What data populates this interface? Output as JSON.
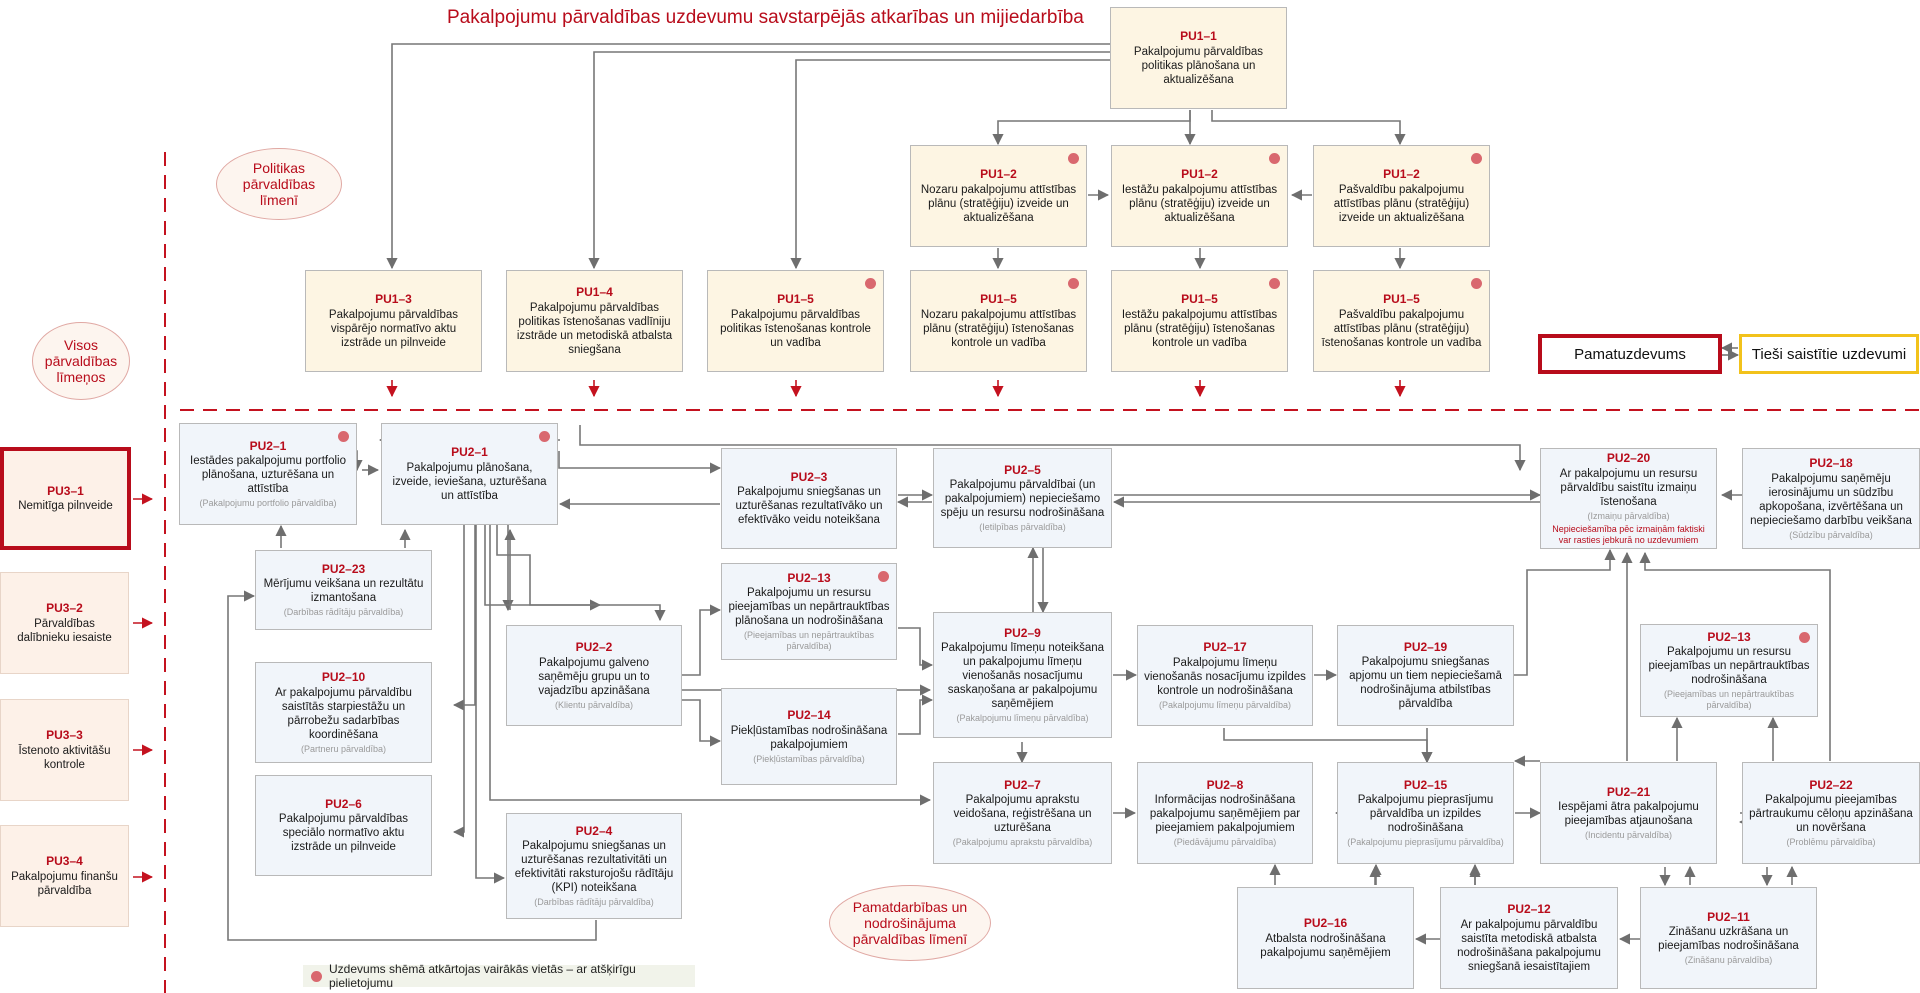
{
  "title": "Pakalpojumu pārvaldības uzdevumu savstarpējās atkarības un mijiedarbība",
  "levels": {
    "policy": "Politikas pārvaldības līmenī",
    "all": "Visos pārvaldības līmeņos",
    "core": "Pamatdarbības un nodrošinājuma pārvaldības līmenī"
  },
  "legend": {
    "main_task": "Pamatuzdevums",
    "related_tasks": "Tieši saistītie uzdevumi",
    "footnote": "Uzdevums shēmā atkārtojas vairākās vietās – ar atšķirīgu pielietojumu"
  },
  "colors": {
    "accent": "#b80c1b",
    "policy_box": "#fdf5e3",
    "core_box": "#f1f5fa",
    "legend_related": "#f2c21b",
    "repeat_dot": "#d9686f"
  },
  "boxes": {
    "pu1_1": {
      "code": "PU1–1",
      "text": "Pakalpojumu pārvaldības politikas plānošana un aktualizēšana"
    },
    "pu1_2a": {
      "code": "PU1–2",
      "text": "Nozaru pakalpojumu attīstības plānu (stratēģiju) izveide un aktualizēšana"
    },
    "pu1_2b": {
      "code": "PU1–2",
      "text": "Iestāžu pakalpojumu attīstības plānu (stratēģiju) izveide un aktualizēšana"
    },
    "pu1_2c": {
      "code": "PU1–2",
      "text": "Pašvaldību pakalpojumu attīstības plānu (stratēģiju) izveide un aktualizēšana"
    },
    "pu1_3": {
      "code": "PU1–3",
      "text": "Pakalpojumu pārvaldības vispārējo normatīvo aktu izstrāde un pilnveide"
    },
    "pu1_4": {
      "code": "PU1–4",
      "text": "Pakalpojumu pārvaldības politikas īstenošanas vadlīniju izstrāde un metodiskā atbalsta sniegšana"
    },
    "pu1_5a": {
      "code": "PU1–5",
      "text": "Pakalpojumu pārvaldības politikas īstenošanas kontrole un vadība"
    },
    "pu1_5b": {
      "code": "PU1–5",
      "text": "Nozaru pakalpojumu attīstības plānu (stratēģiju) īstenošanas kontrole un vadība"
    },
    "pu1_5c": {
      "code": "PU1–5",
      "text": "Iestāžu pakalpojumu attīstības plānu (stratēģiju) īstenošanas kontrole un vadība"
    },
    "pu1_5d": {
      "code": "PU1–5",
      "text": "Pašvaldību pakalpojumu attīstības plānu (stratēģiju) īstenošanas kontrole un vadība"
    },
    "pu3_1": {
      "code": "PU3–1",
      "text": "Nemitīga pilnveide"
    },
    "pu3_2": {
      "code": "PU3–2",
      "text": "Pārvaldības dalībnieku iesaiste"
    },
    "pu3_3": {
      "code": "PU3–3",
      "text": "Īstenoto aktivitāšu kontrole"
    },
    "pu3_4": {
      "code": "PU3–4",
      "text": "Pakalpojumu finanšu pārvaldība"
    },
    "pu2_1a": {
      "code": "PU2–1",
      "text": "Iestādes pakalpojumu portfolio plānošana, uzturēšana un attīstība",
      "sub": "(Pakalpojumu portfolio pārvaldība)"
    },
    "pu2_1b": {
      "code": "PU2–1",
      "text": "Pakalpojumu plānošana, izveide, ieviešana, uzturēšana un attīstība"
    },
    "pu2_23": {
      "code": "PU2–23",
      "text": "Mērījumu veikšana un rezultātu izmantošana",
      "sub": "(Darbības rādītāju pārvaldība)"
    },
    "pu2_10": {
      "code": "PU2–10",
      "text": "Ar pakalpojumu pārvaldību saistītās starpiestāžu un pārrobežu sadarbības koordinēšana",
      "sub": "(Partneru pārvaldība)"
    },
    "pu2_6": {
      "code": "PU2–6",
      "text": "Pakalpojumu pārvaldības speciālo normatīvo aktu izstrāde un pilnveide"
    },
    "pu2_2": {
      "code": "PU2–2",
      "text": "Pakalpojumu galveno saņēmēju grupu un to vajadzību apzināšana",
      "sub": "(Klientu pārvaldība)"
    },
    "pu2_4": {
      "code": "PU2–4",
      "text": "Pakalpojumu sniegšanas un uzturēšanas rezultativitāti un efektivitāti raksturojošu rādītāju (KPI) noteikšana",
      "sub": "(Darbības rādītāju pārvaldība)"
    },
    "pu2_3": {
      "code": "PU2–3",
      "text": "Pakalpojumu sniegšanas un uzturēšanas rezultatīvāko un efektīvāko veidu noteikšana"
    },
    "pu2_13a": {
      "code": "PU2–13",
      "text": "Pakalpojumu un resursu pieejamības un nepārtrauktības plānošana un nodrošināšana",
      "sub": "(Pieejamības un nepārtrauktības pārvaldība)"
    },
    "pu2_14": {
      "code": "PU2–14",
      "text": "Piekļūstamības nodrošināšana pakalpojumiem",
      "sub": "(Piekļūstamības pārvaldība)"
    },
    "pu2_5": {
      "code": "PU2–5",
      "text": "Pakalpojumu pārvaldībai (un pakalpojumiem) nepieciešamo spēju un resursu nodrošināšana",
      "sub": "(Ietilpības pārvaldība)"
    },
    "pu2_9": {
      "code": "PU2–9",
      "text": "Pakalpojumu līmeņu noteikšana un pakalpojumu līmeņu vienošanās nosacījumu saskaņošana ar pakalpojumu saņēmējiem",
      "sub": "(Pakalpojumu līmeņu pārvaldība)"
    },
    "pu2_7": {
      "code": "PU2–7",
      "text": "Pakalpojumu aprakstu veidošana, reģistrēšana un uzturēšana",
      "sub": "(Pakalpojumu aprakstu pārvaldība)"
    },
    "pu2_17": {
      "code": "PU2–17",
      "text": "Pakalpojumu līmeņu vienošanās nosacījumu izpildes kontrole un nodrošināšana",
      "sub": "(Pakalpojumu līmeņu pārvaldība)"
    },
    "pu2_8": {
      "code": "PU2–8",
      "text": "Informācijas nodrošināšana pakalpojumu saņēmējiem par pieejamiem pakalpojumiem",
      "sub": "(Piedāvājumu pārvaldība)"
    },
    "pu2_19": {
      "code": "PU2–19",
      "text": "Pakalpojumu sniegšanas apjomu un tiem nepieciešamā nodrošinājuma atbilstības pārvaldība"
    },
    "pu2_15": {
      "code": "PU2–15",
      "text": "Pakalpojumu pieprasījumu pārvaldība un izpildes nodrošināšana",
      "sub": "(Pakalpojumu pieprasījumu pārvaldība)"
    },
    "pu2_16": {
      "code": "PU2–16",
      "text": "Atbalsta nodrošināšana pakalpojumu saņēmējiem"
    },
    "pu2_12": {
      "code": "PU2–12",
      "text": "Ar pakalpojumu pārvaldību saistīta metodiskā atbalsta nodrošināšana pakalpojumu sniegšanā iesaistītajiem"
    },
    "pu2_20": {
      "code": "PU2–20",
      "text": "Ar pakalpojumu un resursu pārvaldību saistītu izmaiņu īstenošana",
      "sub": "(Izmaiņu pārvaldība)",
      "warn": "Nepieciešamība pēc izmaiņām faktiski var rasties jebkurā no uzdevumiem"
    },
    "pu2_18": {
      "code": "PU2–18",
      "text": "Pakalpojumu saņēmēju ierosinājumu un sūdzību apkopošana, izvērtēšana un nepieciešamo darbību veikšana",
      "sub": "(Sūdzību pārvaldība)"
    },
    "pu2_13b": {
      "code": "PU2–13",
      "text": "Pakalpojumu un resursu pieejamības un nepārtrauktības nodrošināšana",
      "sub": "(Pieejamības un nepārtrauktības pārvaldība)"
    },
    "pu2_21": {
      "code": "PU2–21",
      "text": "Iespējami ātra pakalpojumu pieejamības atjaunošana",
      "sub": "(Incidentu pārvaldība)"
    },
    "pu2_22": {
      "code": "PU2–22",
      "text": "Pakalpojumu pieejamības pārtraukumu cēloņu apzināšana un novēršana",
      "sub": "(Problēmu pārvaldība)"
    },
    "pu2_11": {
      "code": "PU2–11",
      "text": "Zināšanu uzkrāšana un pieejamības nodrošināšana",
      "sub": "(Zināšanu pārvaldība)"
    }
  }
}
